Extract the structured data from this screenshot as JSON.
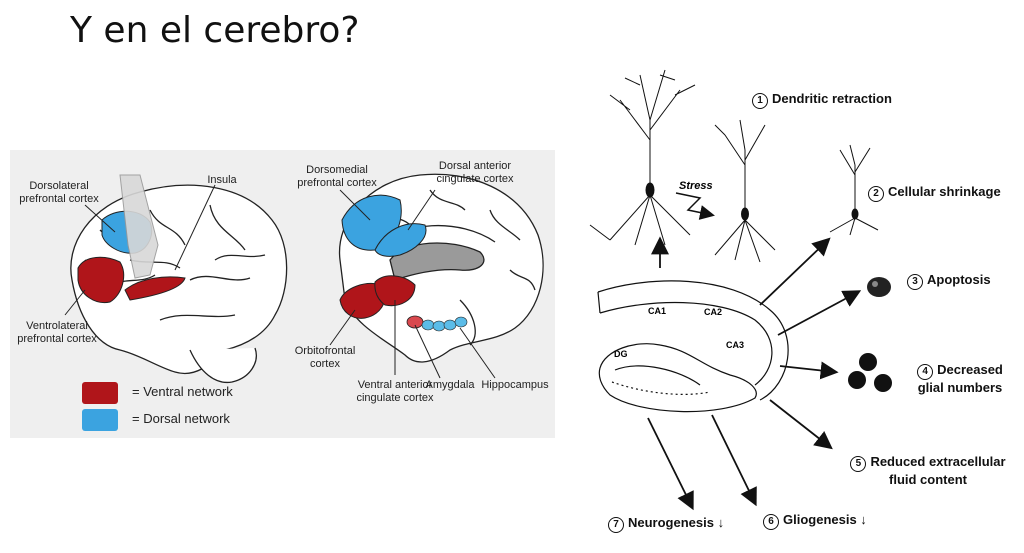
{
  "title": "Y en el cerebro?",
  "brain_panel": {
    "labels": {
      "dlpfc": "Dorsolateral prefrontal cortex",
      "insula": "Insula",
      "vlpfc": "Ventrolateral prefrontal cortex",
      "dmpfc": "Dorsomedial prefrontal cortex",
      "dacc": "Dorsal anterior cingulate cortex",
      "ofc": "Orbitofrontal cortex",
      "vacc": "Ventral anterior cingulate cortex",
      "amygdala": "Amygdala",
      "hippocampus": "Hippocampus"
    },
    "legend": [
      {
        "label": "= Ventral network",
        "color": "#b0151a"
      },
      {
        "label": "= Dorsal network",
        "color": "#3ba3e0"
      }
    ]
  },
  "stress_diagram": {
    "stress_label": "Stress",
    "regions": {
      "ca1": "CA1",
      "ca2": "CA2",
      "ca3": "CA3",
      "dg": "DG"
    },
    "effects": [
      {
        "num": "1",
        "text": "Dendritic retraction"
      },
      {
        "num": "2",
        "text": "Cellular shrinkage"
      },
      {
        "num": "3",
        "text": "Apoptosis"
      },
      {
        "num": "4",
        "text": "Decreased glial numbers"
      },
      {
        "num": "5",
        "text": "Reduced extracellular fluid content"
      },
      {
        "num": "6",
        "text": "Gliogenesis ↓"
      },
      {
        "num": "7",
        "text": "Neurogenesis ↓"
      }
    ]
  }
}
